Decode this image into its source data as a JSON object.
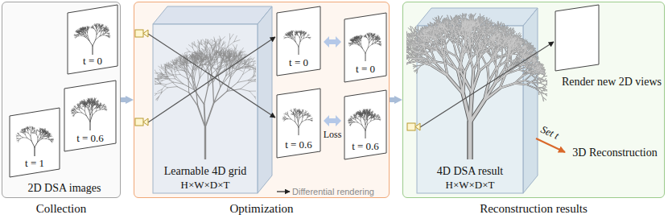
{
  "diagram": {
    "nodes": [
      {
        "text": [
          "Collection"
        ]
      },
      {
        "text": [
          "Optimization"
        ]
      },
      {
        "text": [
          "Reconstruction results"
        ]
      }
    ],
    "edges": [
      {
        "from": 0,
        "to": 1,
        "arrow": "to"
      },
      {
        "from": 1,
        "to": 2,
        "arrow": "to"
      }
    ],
    "labels": [
      "t = 0",
      "t = 0.6",
      "t = 1",
      "2D DSA images",
      "t = 0",
      "t = 0.6",
      "t = 0",
      "t = 0.6",
      "Learnable 4D grid",
      "H×W×D×T",
      "Loss",
      "Differential rendering",
      "4D DSA result",
      "H×W×D×T",
      "Render new 2D views",
      "Set t",
      "3D Reconstruction"
    ]
  }
}
